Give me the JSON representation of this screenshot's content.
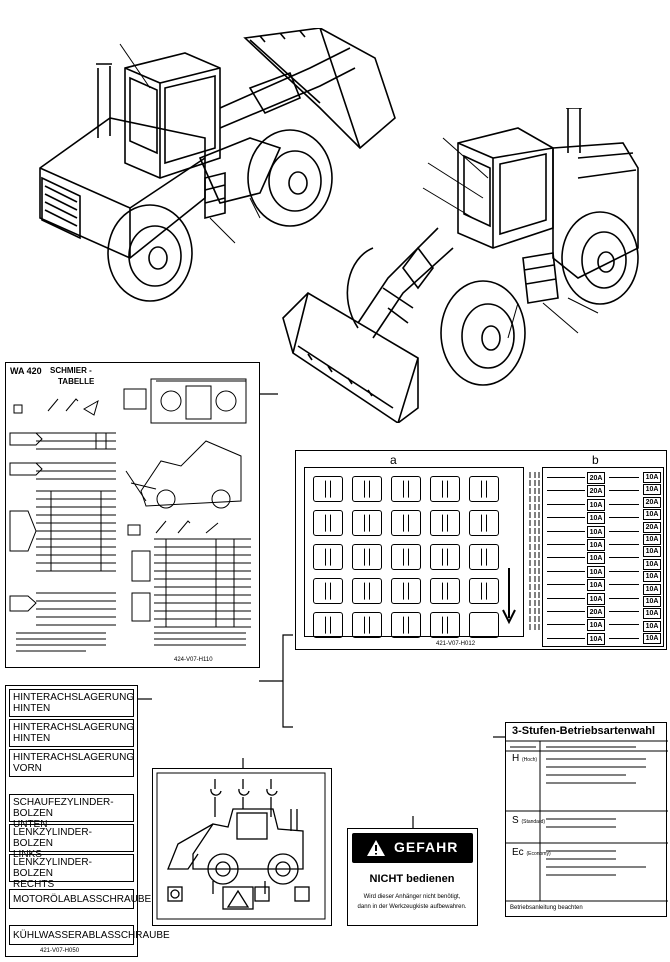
{
  "schmier": {
    "model": "WA 420",
    "title_line1": "SCHMIER -",
    "title_line2": "TABELLE",
    "part_no": "424-V07-H110"
  },
  "fuse_panel": {
    "callout_a": "a",
    "callout_b": "b",
    "part_no": "421-V07-H012",
    "ratings": [
      "20A",
      "20A",
      "10A",
      "10A",
      "10A",
      "10A",
      "10A",
      "10A",
      "10A",
      "10A",
      "20A",
      "10A",
      "10A"
    ],
    "ratings_right": [
      "10A",
      "10A",
      "20A",
      "10A",
      "20A",
      "10A",
      "10A",
      "10A",
      "10A",
      "10A",
      "10A",
      "10A",
      "10A",
      "10A"
    ]
  },
  "label_stack_1": [
    {
      "line1": "HINTERACHSLAGERUNG",
      "line2": "HINTEN"
    },
    {
      "line1": "HINTERACHSLAGERUNG",
      "line2": "HINTEN"
    },
    {
      "line1": "HINTERACHSLAGERUNG",
      "line2": "VORN"
    }
  ],
  "label_stack_2": [
    {
      "line1": "SCHAUFEZYLINDER-BOLZEN",
      "line2": "UNTEN"
    },
    {
      "line1": "LENKZYLINDER-BOLZEN",
      "line2": "LINKS"
    },
    {
      "line1": "LENKZYLINDER-BOLZEN",
      "line2": "RECHTS"
    }
  ],
  "label_single_1": "MOTORÖLABLASSCHRAUBE",
  "label_single_2": "KÜHLWASSERABLASSCHRAUBE",
  "labels_part_no": "421-V07-H050",
  "gefahr": {
    "title": "GEFAHR",
    "subtitle": "NICHT bedienen",
    "text_line1": "Wird dieser Anhänger nicht benötigt,",
    "text_line2": "dann in der Werkzeugkiste aufbewahren."
  },
  "stufen": {
    "title": "3-Stufen-Betriebsartenwahl",
    "modes": [
      {
        "key": "H",
        "key_sub": "(Hoch)"
      },
      {
        "key": "S",
        "key_sub": "(Standard)"
      },
      {
        "key": "Ec",
        "key_sub": "(Economy)"
      }
    ],
    "footer": "Betriebsanleitung beachten"
  }
}
